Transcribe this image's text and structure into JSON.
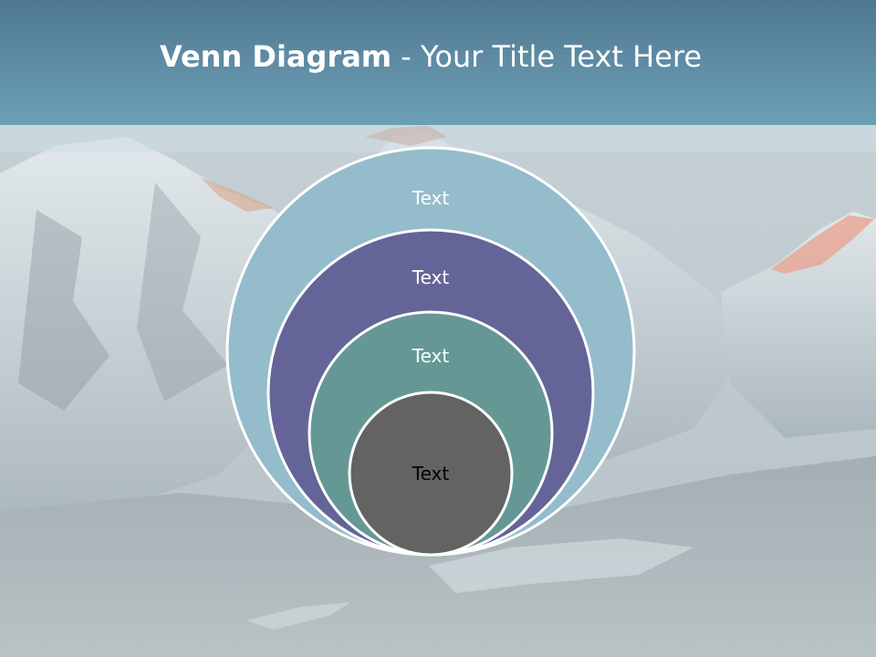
{
  "slide": {
    "title_bold": "Venn Diagram",
    "title_rest": " - Your Title Text Here"
  },
  "venn": {
    "circles": [
      {
        "label": "Text",
        "fill": "#94bccb",
        "text_color": "#ffffff"
      },
      {
        "label": "Text",
        "fill": "#646498",
        "text_color": "#ffffff"
      },
      {
        "label": "Text",
        "fill": "#659895",
        "text_color": "#ffffff"
      },
      {
        "label": "Text",
        "fill": "#636363",
        "text_color": "#000000"
      }
    ],
    "outline_color": "#ffffff"
  },
  "colors": {
    "header": "#5d8aa2"
  }
}
